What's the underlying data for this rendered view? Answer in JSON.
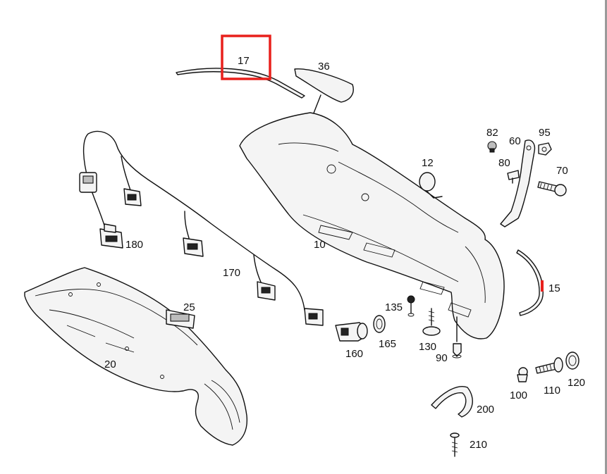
{
  "diagram": {
    "highlight_color": "#e8201c",
    "labels": {
      "p10": "10",
      "p12": "12",
      "p15": "15",
      "p17": "17",
      "p20": "20",
      "p25": "25",
      "p36": "36",
      "p60": "60",
      "p70": "70",
      "p80": "80",
      "p82": "82",
      "p90": "90",
      "p95": "95",
      "p100": "100",
      "p110": "110",
      "p120": "120",
      "p130": "130",
      "p135": "135",
      "p160": "160",
      "p165": "165",
      "p170": "170",
      "p180": "180",
      "p200": "200",
      "p210": "210"
    }
  }
}
